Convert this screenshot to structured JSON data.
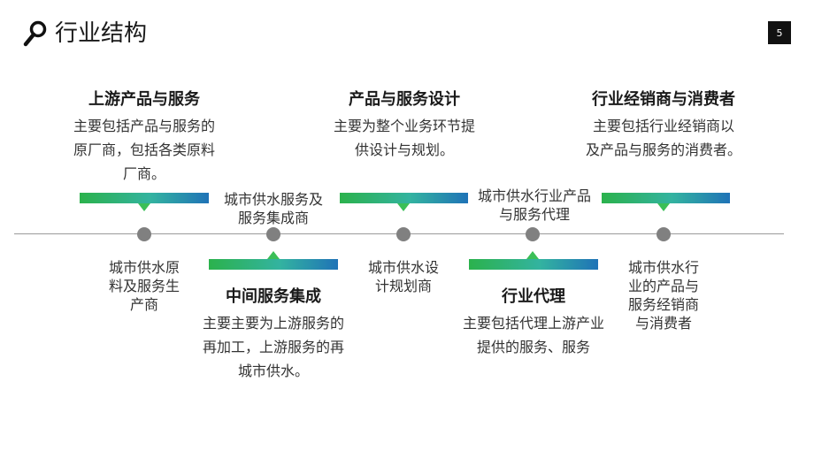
{
  "header": {
    "title": "行业结构",
    "page_number": "5",
    "icon": "search-icon"
  },
  "colors": {
    "bar_start": "#2bb24c",
    "bar_end": "#1f73b7",
    "dot": "#808080",
    "line": "#9a9a9a"
  },
  "top_items": [
    {
      "heading": "上游产品与服务",
      "lines": [
        "主要包括产品与服务的",
        "原厂商，包括各类原料",
        "厂商。"
      ]
    },
    {
      "heading": "产品与服务设计",
      "lines": [
        "主要为整个业务环节提",
        "供设计与规划。"
      ]
    },
    {
      "heading": "行业经销商与消费者",
      "lines": [
        "主要包括行业经销商以",
        "及产品与服务的消费者。"
      ]
    }
  ],
  "bottom_items": [
    {
      "heading": "中间服务集成",
      "lines": [
        "主要主要为上游服务的",
        "再加工，上游服务的再",
        "城市供水。"
      ]
    },
    {
      "heading": "行业代理",
      "lines": [
        "主要包括代理上游产业",
        "提供的服务、服务"
      ]
    }
  ],
  "node_labels": {
    "below": [
      {
        "lines": [
          "城市供水原",
          "料及服务生",
          "产商"
        ]
      },
      {
        "lines": [
          "城市供水设",
          "计规划商"
        ]
      },
      {
        "lines": [
          "城市供水行",
          "业的产品与",
          "服务经销商",
          "与消费者"
        ]
      }
    ],
    "above": [
      {
        "lines": [
          "城市供水服务及",
          "服务集成商"
        ]
      },
      {
        "lines": [
          "城市供水行业产品",
          "与服务代理"
        ]
      }
    ]
  }
}
